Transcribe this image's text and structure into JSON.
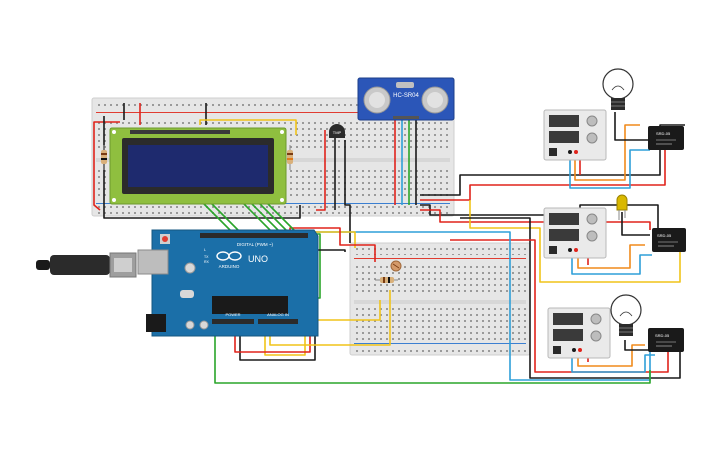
{
  "arduino": {
    "brand": "ARDUINO",
    "model": "UNO",
    "digital_header": "DIGITAL (PWM ~)",
    "power_label": "POWER",
    "analog_label": "ANALOG IN",
    "tx_label": "TX",
    "rx_label": "RX",
    "l_label": "L"
  },
  "ultrasonic": {
    "model": "HC-SR04"
  },
  "relays": [
    {
      "label": "SRD-05"
    },
    {
      "label": "SRD-05"
    },
    {
      "label": "SRD-05"
    }
  ],
  "colors": {
    "wire_red": "#e0231b",
    "wire_black": "#1a1a1a",
    "wire_yellow": "#f0c419",
    "wire_green": "#2aa52a",
    "wire_orange": "#f08a1c",
    "wire_blue": "#2f9fd8",
    "arduino_blue": "#1b6fa8",
    "lcd_green": "#8fbf3f",
    "lcd_screen": "#1e2a6e",
    "sensor_blue": "#2b56b8",
    "breadboard": "#e6e6e6"
  }
}
